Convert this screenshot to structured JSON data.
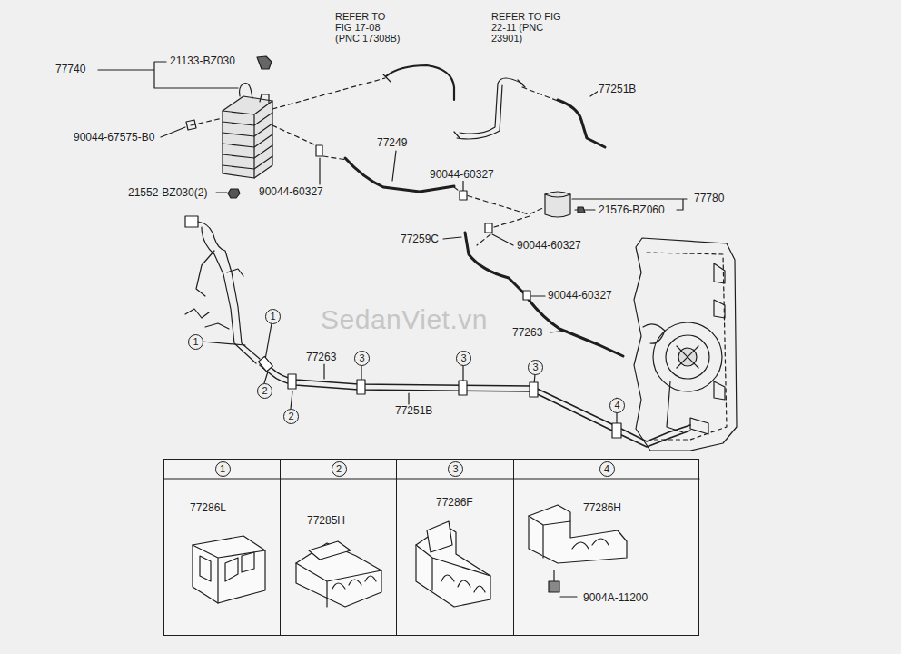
{
  "diagram": {
    "nodes": [
      {
        "text": [
          "1",
          "77286L"
        ]
      },
      {
        "text": [
          "2",
          "77285H"
        ]
      },
      {
        "text": [
          "3",
          "77286F"
        ]
      },
      {
        "text": [
          "4",
          "77286H",
          "9004A-11200"
        ]
      }
    ],
    "labels": [
      "REFER TO FIG 17-08 (PNC 17308B)",
      "REFER TO FIG 22-11 (PNC 23901)",
      "77740",
      "21133-BZ030",
      "77251B",
      "90044-67575-B0",
      "77249",
      "90044-60327",
      "77780",
      "21576-BZ060",
      "21552-BZ030(2)",
      "90044-60327",
      "77259C",
      "90044-60327",
      "90044-60327",
      "77263",
      "77263",
      "77251B",
      "SedanViet.vn",
      "1",
      "1",
      "2",
      "2",
      "3",
      "3",
      "3",
      "4"
    ]
  }
}
